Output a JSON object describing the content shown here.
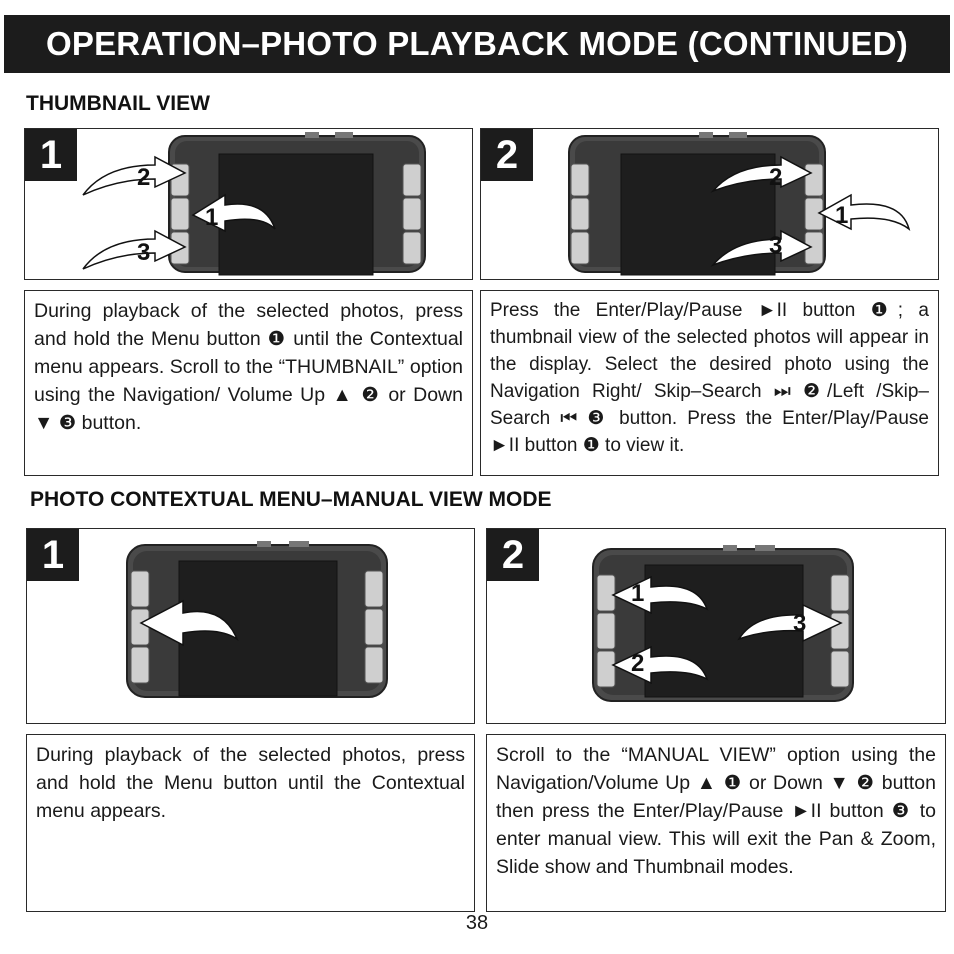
{
  "header": {
    "title": "OPERATION–PHOTO PLAYBACK MODE (CONTINUED)"
  },
  "thumbnail_section": {
    "title": "THUMBNAIL VIEW",
    "steps": [
      {
        "badge": "1",
        "callouts": [
          "2",
          "1",
          "3"
        ],
        "text": "During playback of the selected photos, press and hold the Menu button ❶ until the Contextual menu appears. Scroll to the “THUMBNAIL” option using the Navigation/ Volume Up ▲ ❷ or Down ▼ ❸ button."
      },
      {
        "badge": "2",
        "callouts": [
          "2",
          "1",
          "3"
        ],
        "text": "Press the Enter/Play/Pause ►II button ❶; a thumbnail view of the selected photos will appear in the display. Select the desired photo using the Navigation Right/ Skip–Search ⏭ ❷/Left /Skip–Search ⏮ ❸ button. Press the Enter/Play/Pause ►II button ❶ to view it."
      }
    ]
  },
  "manual_section": {
    "title": "PHOTO CONTEXTUAL MENU–MANUAL VIEW MODE",
    "steps": [
      {
        "badge": "1",
        "callouts": [],
        "text": "During playback of the selected photos, press and hold the Menu button until the Contextual menu appears."
      },
      {
        "badge": "2",
        "callouts": [
          "1",
          "3",
          "2"
        ],
        "text": "Scroll to the “MANUAL VIEW” option using the Navigation/Volume Up ▲ ❶ or Down ▼ ❷ button then press the Enter/Play/Pause ►II button ❸ to enter manual view. This will exit the Pan & Zoom, Slide show and Thumbnail modes."
      }
    ]
  },
  "footer": {
    "page_number": "38"
  },
  "colors": {
    "dark": "#1c1c1c",
    "screen": "#2b2b2b",
    "bezel": "#5a5a5a"
  }
}
